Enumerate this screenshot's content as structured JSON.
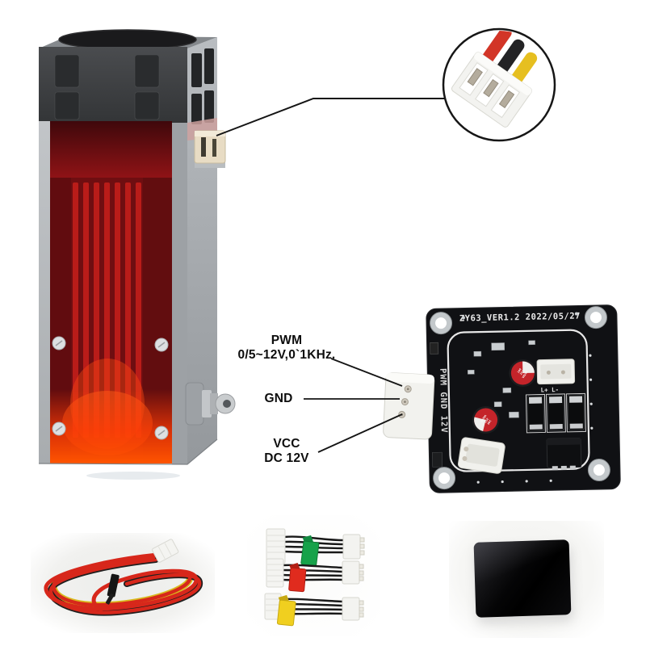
{
  "callouts": {
    "pwm": {
      "title": "PWM",
      "subtitle": "0/5~12V,0`1KHz."
    },
    "gnd": {
      "title": "GND"
    },
    "vcc": {
      "title": "VCC",
      "subtitle": "DC 12V"
    }
  },
  "pcb": {
    "title": "ZY63_VER1.2 2022/05/27",
    "edge_label": "PWM GND 12V",
    "terminal_label": "L+ L-",
    "capacitor": {
      "line1": "100",
      "line2": "25V",
      "line3": "VN208"
    },
    "board_color": "#101114",
    "silkscreen_color": "#e9e9e9"
  },
  "inset": {
    "wire_colors": {
      "red": "#d23527",
      "black": "#232325",
      "yellow": "#e6bf20"
    },
    "connector_color": "#f3f3f0"
  },
  "module": {
    "fan_color": "#3e4043",
    "frame_color": "#b3b7bb",
    "window_color": "#7c1013",
    "fin_color": "#c01e1a",
    "glow_color": "#ff4a00",
    "connector_color": "#e8dcc4"
  },
  "accessories": {
    "cable_tags": [
      {
        "name": "green",
        "color": "#17a24a"
      },
      {
        "name": "red",
        "color": "#e02b1e"
      },
      {
        "name": "yellow",
        "color": "#f0cf1f"
      }
    ],
    "coil_cable_colors": [
      "#d7271b",
      "#1f1f1f",
      "#d9b91d"
    ],
    "plate_color": "#0a0a0c"
  }
}
